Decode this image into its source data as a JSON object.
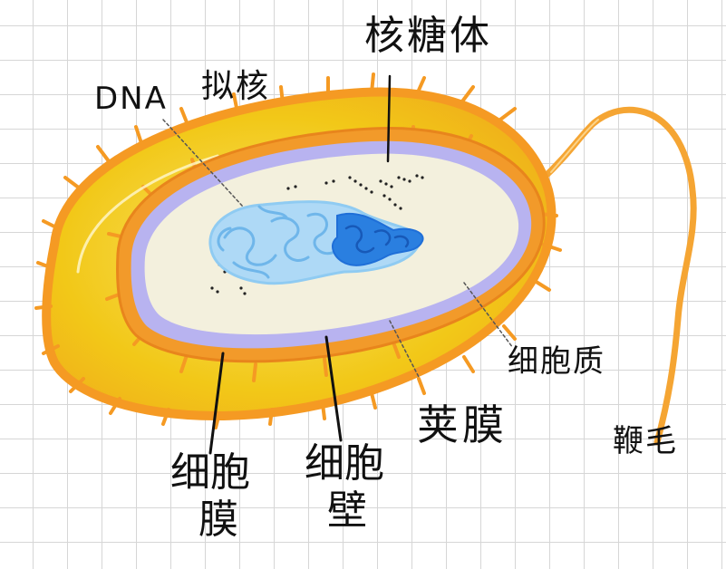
{
  "labels": {
    "ribosome": "核糖体",
    "dna": "DNA",
    "nucleoid": "拟核",
    "cytoplasm": "细胞质",
    "capsule": "荚膜",
    "flagellum": "鞭毛",
    "cell_membrane_line1": "细胞",
    "cell_membrane_line2": "膜",
    "cell_wall_line1": "细胞",
    "cell_wall_line2": "壁"
  },
  "colors": {
    "grid": "#d6d6d6",
    "capsule_fill": "#f2c818",
    "capsule_outline": "#f59a23",
    "cell_wall": "#f29a2a",
    "cell_membrane": "#b8b3f0",
    "cytoplasm": "#f3f0dd",
    "dna_light": "#8fcbf2",
    "dna_dark": "#1f6fd8",
    "flagellum": "#f5a533",
    "flagellum_base": "#e84a4a",
    "leader_lines": "#111111"
  }
}
